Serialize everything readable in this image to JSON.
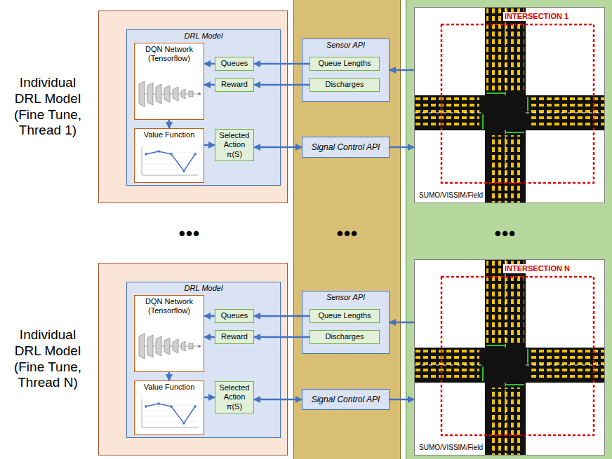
{
  "diagram": {
    "nodes": [
      {
        "text": [
          "Individual DRL Model (Fine Tune, Thread 1)"
        ]
      },
      {
        "text": [
          "DRL Model"
        ],
        "in": 0
      },
      {
        "text": [
          "DQN Network (Tensorflow)"
        ],
        "in": 1
      },
      {
        "text": [
          "Queues"
        ],
        "in": 1
      },
      {
        "text": [
          "Reward"
        ],
        "in": 1
      },
      {
        "text": [
          "Value Function"
        ],
        "in": 1
      },
      {
        "text": [
          "Selected Action π(S)"
        ],
        "in": 1
      },
      {
        "text": [
          "Sensor API"
        ]
      },
      {
        "text": [
          "Queue Lengths"
        ],
        "in": 7
      },
      {
        "text": [
          "Discharges"
        ],
        "in": 7
      },
      {
        "text": [
          "Signal Control API"
        ]
      },
      {
        "text": [
          "INTERSECTION 1",
          "SUMO/VISSIM/Field"
        ]
      },
      {
        "text": [
          "Individual DRL Model (Fine Tune, Thread N)"
        ]
      },
      {
        "text": [
          "DRL Model"
        ],
        "in": 12
      },
      {
        "text": [
          "DQN Network (Tensorflow)"
        ],
        "in": 13
      },
      {
        "text": [
          "Queues"
        ],
        "in": 13
      },
      {
        "text": [
          "Reward"
        ],
        "in": 13
      },
      {
        "text": [
          "Value Function"
        ],
        "in": 13
      },
      {
        "text": [
          "Selected Action π(S)"
        ],
        "in": 13
      },
      {
        "text": [
          "Sensor API"
        ]
      },
      {
        "text": [
          "Queue Lengths"
        ],
        "in": 19
      },
      {
        "text": [
          "Discharges"
        ],
        "in": 19
      },
      {
        "text": [
          "Signal Control API"
        ]
      },
      {
        "text": [
          "INTERSECTION N",
          "SUMO/VISSIM/Field"
        ]
      }
    ],
    "edges": [
      {
        "from": 3,
        "to": 2,
        "arrow": "to"
      },
      {
        "from": 4,
        "to": 2,
        "arrow": "to"
      },
      {
        "from": 2,
        "to": 5,
        "arrow": "to"
      },
      {
        "from": 5,
        "to": 6,
        "arrow": "to"
      },
      {
        "from": 8,
        "to": 3,
        "arrow": "to"
      },
      {
        "from": 9,
        "to": 4,
        "arrow": "to"
      },
      {
        "from": 6,
        "to": 10,
        "arrow": "both"
      },
      {
        "from": 11,
        "to": 7,
        "arrow": "to"
      },
      {
        "from": 10,
        "to": 11,
        "arrow": "to"
      },
      {
        "from": 15,
        "to": 14,
        "arrow": "to"
      },
      {
        "from": 16,
        "to": 14,
        "arrow": "to"
      },
      {
        "from": 14,
        "to": 17,
        "arrow": "to"
      },
      {
        "from": 17,
        "to": 18,
        "arrow": "to"
      },
      {
        "from": 20,
        "to": 15,
        "arrow": "to"
      },
      {
        "from": 21,
        "to": 16,
        "arrow": "to"
      },
      {
        "from": 18,
        "to": 22,
        "arrow": "both"
      },
      {
        "from": 23,
        "to": 19,
        "arrow": "to"
      },
      {
        "from": 22,
        "to": 23,
        "arrow": "to"
      }
    ],
    "labels": [
      "•••",
      "•••",
      "•••"
    ]
  }
}
